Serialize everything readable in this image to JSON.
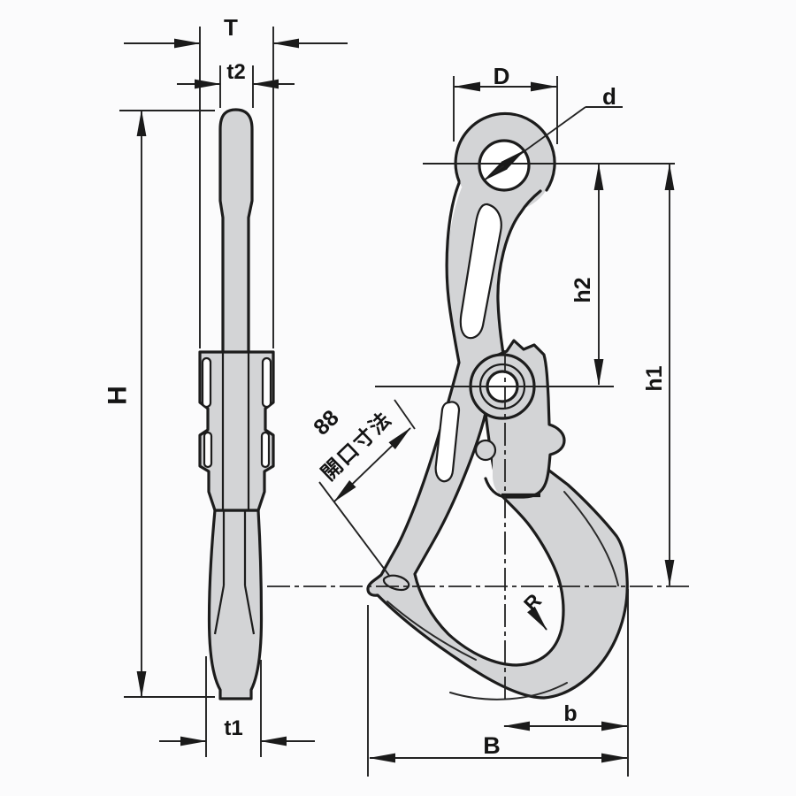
{
  "side_view": {
    "labels": {
      "T": "T",
      "t2": "t2",
      "H": "H",
      "t1": "t1"
    }
  },
  "front_view": {
    "labels": {
      "D": "D",
      "d": "d",
      "h2": "h2",
      "h1": "h1",
      "R": "R",
      "b": "b",
      "B": "B"
    }
  },
  "opening": {
    "value": "88",
    "label": "開口寸法"
  },
  "colors": {
    "body_fill": "#d3d4d6",
    "outline": "#1c1c1c",
    "dimension": "#222222",
    "background": "#fbfbfc",
    "slot_fill": "#ffffff"
  }
}
